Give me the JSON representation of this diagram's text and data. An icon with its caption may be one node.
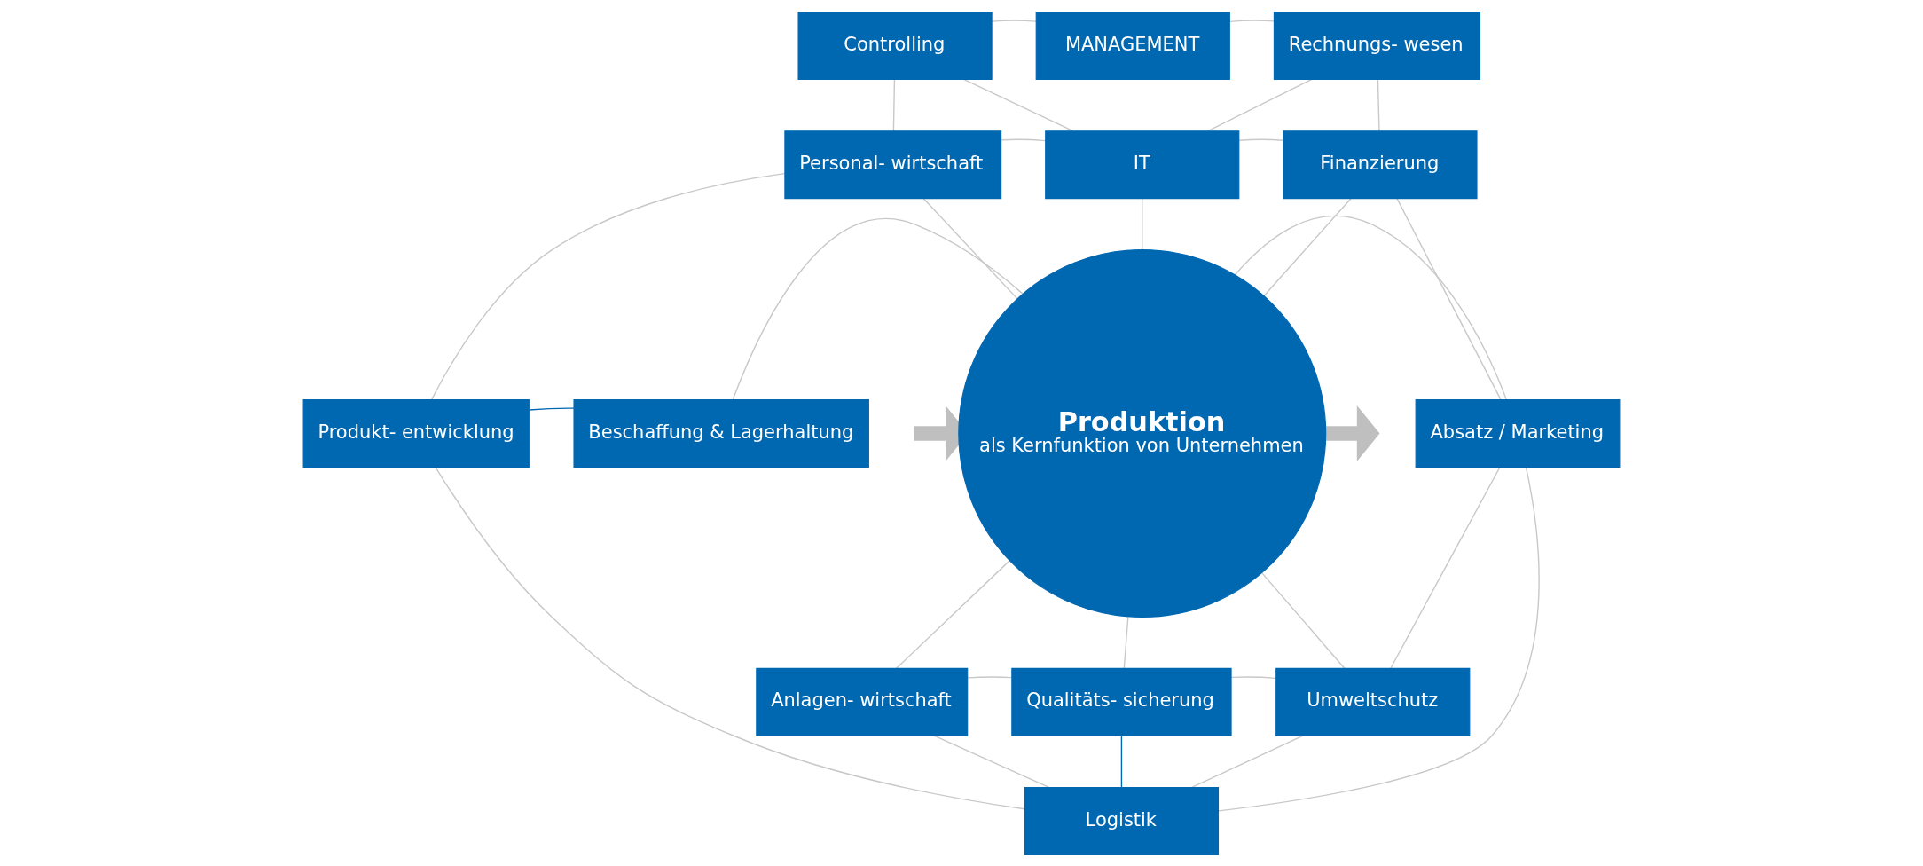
{
  "diagram": {
    "nodes": [
      {
        "text": [
          "Controlling"
        ]
      },
      {
        "text": [
          "MANAGEMENT"
        ]
      },
      {
        "text": [
          "Rechnungs- wesen"
        ]
      },
      {
        "text": [
          "Personal- wirtschaft"
        ]
      },
      {
        "text": [
          "IT"
        ]
      },
      {
        "text": [
          "Finanzierung"
        ]
      },
      {
        "text": [
          "Produkt- entwicklung"
        ]
      },
      {
        "text": [
          "Beschaffung & Lagerhaltung"
        ]
      },
      {
        "text": [
          "Produktion",
          "als Kernfunktion von Unternehmen"
        ]
      },
      {
        "text": [
          "Absatz / Marketing"
        ]
      },
      {
        "text": [
          "Anlagen- wirtschaft"
        ]
      },
      {
        "text": [
          "Qualitäts- sicherung"
        ]
      },
      {
        "text": [
          "Umweltschutz"
        ]
      },
      {
        "text": [
          "Logistik"
        ]
      }
    ],
    "edges": [
      {
        "from": 8,
        "to": null,
        "arrow": "to",
        "style": "thick",
        "color": "#bfbfbf"
      },
      {
        "from": null,
        "to": 8,
        "arrow": "to",
        "style": "thick",
        "color": "#bfbfbf"
      },
      {
        "from": 0,
        "to": 1,
        "arrow": "none"
      },
      {
        "from": 1,
        "to": 2,
        "arrow": "none"
      },
      {
        "from": 0,
        "to": 3,
        "arrow": "none"
      },
      {
        "from": 0,
        "to": 4,
        "arrow": "none"
      },
      {
        "from": 2,
        "to": 4,
        "arrow": "none"
      },
      {
        "from": 2,
        "to": 5,
        "arrow": "none"
      },
      {
        "from": 3,
        "to": 4,
        "arrow": "none"
      },
      {
        "from": 4,
        "to": 5,
        "arrow": "none"
      },
      {
        "from": 3,
        "to": 6,
        "arrow": "none"
      },
      {
        "from": 5,
        "to": 9,
        "arrow": "none"
      },
      {
        "from": 3,
        "to": 8,
        "arrow": "none"
      },
      {
        "from": 4,
        "to": 8,
        "arrow": "none"
      },
      {
        "from": 5,
        "to": 8,
        "arrow": "none"
      },
      {
        "from": 6,
        "to": 7,
        "arrow": "none",
        "color": "#0067b1"
      },
      {
        "from": 7,
        "to": 8,
        "arrow": "none"
      },
      {
        "from": 8,
        "to": 9,
        "arrow": "none"
      },
      {
        "from": 8,
        "to": 10,
        "arrow": "none"
      },
      {
        "from": 8,
        "to": 11,
        "arrow": "none"
      },
      {
        "from": 8,
        "to": 12,
        "arrow": "none"
      },
      {
        "from": 10,
        "to": 11,
        "arrow": "none"
      },
      {
        "from": 11,
        "to": 12,
        "arrow": "none"
      },
      {
        "from": 12,
        "to": 9,
        "arrow": "none"
      },
      {
        "from": 6,
        "to": 13,
        "arrow": "none"
      },
      {
        "from": 10,
        "to": 13,
        "arrow": "none"
      },
      {
        "from": 11,
        "to": 13,
        "arrow": "none",
        "color": "#0067b1"
      },
      {
        "from": 12,
        "to": 13,
        "arrow": "none"
      },
      {
        "from": 9,
        "to": 13,
        "arrow": "none"
      }
    ]
  }
}
